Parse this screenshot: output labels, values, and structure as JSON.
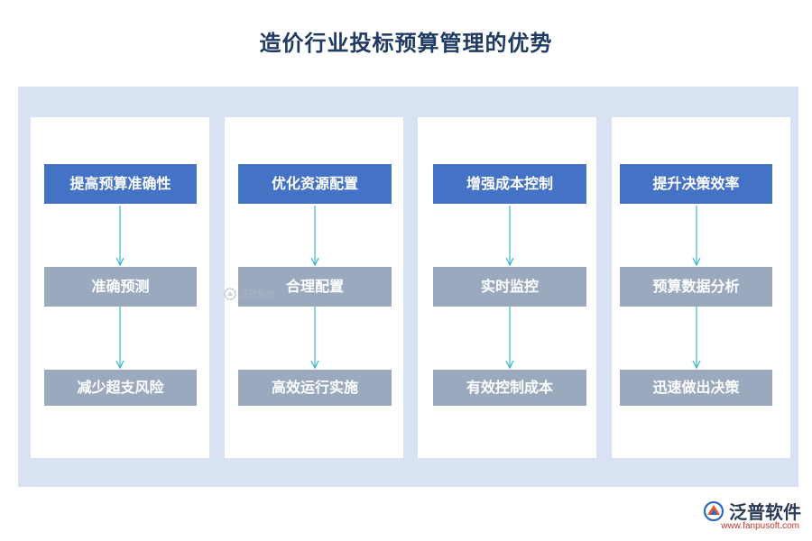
{
  "title": "造价行业投标预算管理的优势",
  "columns": [
    {
      "heading": "提高预算准确性",
      "steps": [
        "准确预测",
        "减少超支风险"
      ]
    },
    {
      "heading": "优化资源配置",
      "steps": [
        "合理配置",
        "高效运行实施"
      ]
    },
    {
      "heading": "增强成本控制",
      "steps": [
        "实时监控",
        "有效控制成本"
      ]
    },
    {
      "heading": "提升决策效率",
      "steps": [
        "预算数据分析",
        "迅速做出决策"
      ]
    }
  ],
  "watermark": "泛普软件",
  "logo": {
    "name": "泛普软件",
    "url": "www.fanpusoft.com"
  },
  "colors": {
    "panel": "#d9e2f3",
    "heading_box": "#4472c4",
    "step_box": "#9aa9bd",
    "arrow": "#3bb7c9",
    "title": "#1f3a63"
  }
}
